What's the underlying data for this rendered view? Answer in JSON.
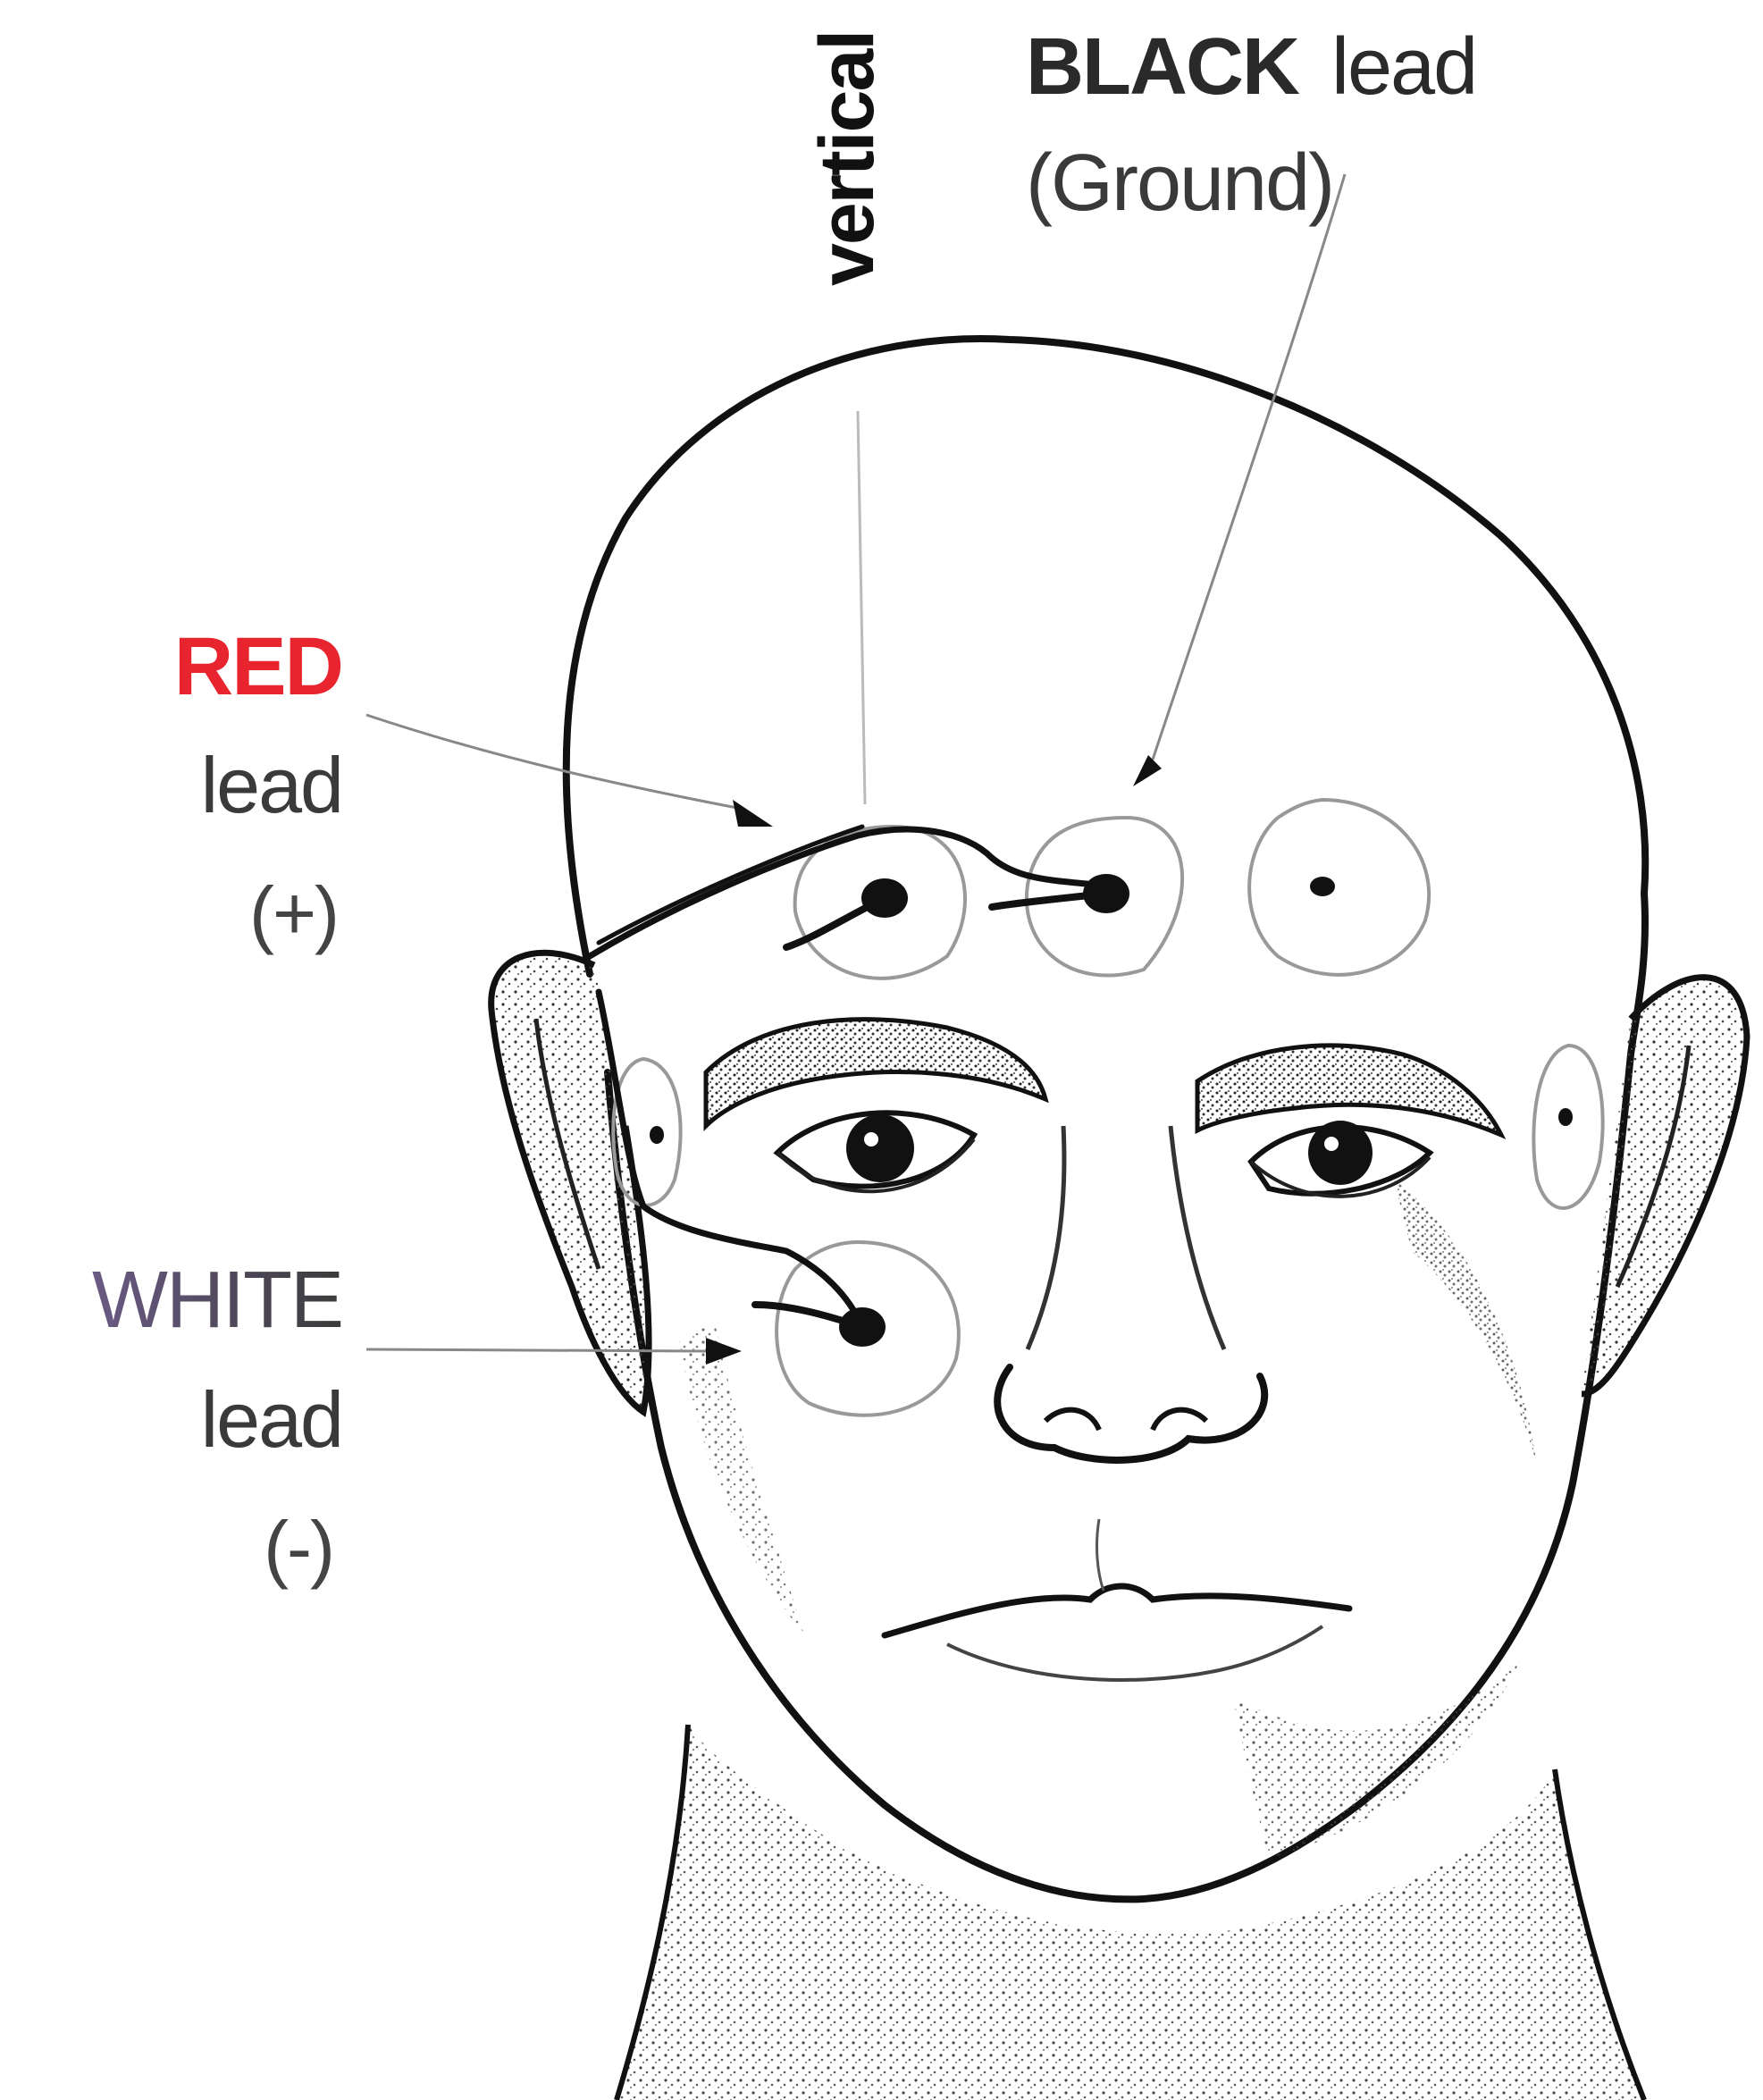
{
  "labels": {
    "black": {
      "word": "BLACK",
      "lead": "lead",
      "role": "(Ground)"
    },
    "vertical": "vertical",
    "red": {
      "word": "RED",
      "lead": "lead",
      "sign": "(+)"
    },
    "white": {
      "word": "WHITE",
      "lead": "lead",
      "sign": "(-)"
    }
  },
  "colors": {
    "red_label": "#e8242f",
    "white_label_gradient": [
      "#6a5a84",
      "#3b3b3b"
    ],
    "line": "#111111"
  }
}
